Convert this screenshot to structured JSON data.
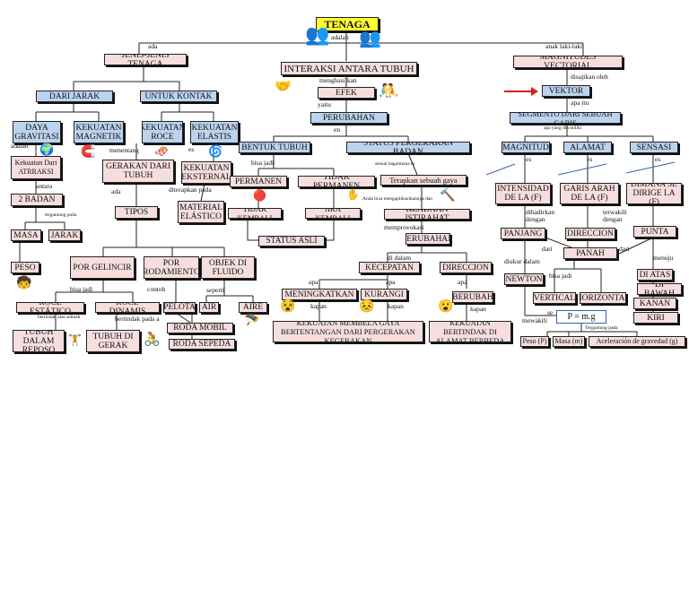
{
  "nodes": {
    "root": "TENAGA",
    "jenis": "JENIS-JENIS TENAGA",
    "interaksi": "INTERAKSI ANTARA TUBUH",
    "magnitudes": "MAGNITUDES VECTORIAL",
    "dari_jarak": "DARI JARAK",
    "untuk_kontak": "UNTUK KONTAK",
    "efek": "EFEK",
    "vektor": "VEKTOR",
    "daya_grav": "DAYA GRAVITASI",
    "kek_magnetik": "KEKUATAN MAGNETIK",
    "kek_roce": "KEKUATAN ROCE",
    "kek_elastis": "KEKUATAN ELASTIS",
    "perubahan1": "PERUBAHAN",
    "segmento": "SEGMENTO DARI SEBUAH GARIS",
    "bentuk_tubuh": "BENTUK TUBUH",
    "status_gerak": "STATUS PERGERAKAN BADAN",
    "magnitud": "MAGNITUD",
    "alamat": "ALAMAT",
    "sensasi": "SENSASI",
    "kek_atraksi": "Kekuatan Dari ATRRAKSI",
    "gerakan_tubuh": "GERAKAN DARI TUBUH",
    "kek_eksternal": "KEKUATAN EKSTERNAL",
    "permanen": "PERMANEN",
    "tidak_permanen": "TIDAK PERMANEN",
    "terapkan": "Terapkan sebuah gaya",
    "intensidad": "INTENSIDAD DE LA (F)",
    "garis_arah": "GARIS ARAH DE LA (F)",
    "dimana": "DIMANA SE DIRIGE LA (F)",
    "dua_badan": "2 BADAN",
    "tipos": "TIPOS",
    "material": "MATERIAL ELÁSTICO",
    "tidak_kembali": "TIDAK KEMBALI",
    "jika_kembali": "JIKA KEMBALI",
    "keadaan": "KEADAAN ISTIRAHAT",
    "panjang": "PANJANG",
    "direccion1": "DIRECCION",
    "punta": "PUNTA",
    "masa": "MASA",
    "jarak": "JARAK",
    "status_asli": "STATUS ASLI",
    "perubahan2": "PERUBAHAN",
    "panah": "PANAH",
    "peso": "PESO",
    "por_gelincir": "POR GELINCIR",
    "por_rodamiento": "POR RODAMIENTO",
    "objek_fluido": "OBJEK DI FLUIDO",
    "kecepatan": "KECEPATAN",
    "direccion2": "DIRECCION",
    "newton": "NEWTON",
    "di_atas": "DI ATAS",
    "di_bawah": "DI BAWAH",
    "meningkatkan": "MENINGKATKAN",
    "kurangi": "KURANGI",
    "berubah": "BERUBAH",
    "vertical": "VERTICAL",
    "horizontal": "HORIZONTAL",
    "kanan": "KANAN",
    "roce_estatico": "ROCE ESTÁTICO",
    "roce_dinamis": "ROCE DINAMIS",
    "pelota": "PELOTA",
    "air": "AIR",
    "aire": "AIRE",
    "formula": "P = m.g",
    "kiri": "KIRI",
    "roda_mobil": "RODA MOBIL",
    "kek_membela": "KEKUATAN MEMBELA GAYA BERTENTANGAN DARI PERGERAKAN KEGERAKAN",
    "kek_bertindak": "KEKUATAN BERTINDAK DI ALAMAT BERBEDA",
    "tubuh_reposo": "TUBUH DALAM REPOSO",
    "tubuh_gerak": "TUBUH DI GERAK",
    "roda_sepeda": "RODA SEPEDA",
    "peso_p": "Peso (P)",
    "masa_m": "Masa (m)",
    "aceleracion": "Aceleración de gravedad (g)"
  },
  "links": {
    "ada1": "ada",
    "adalah1": "adalah",
    "anak": "anak laki-laki",
    "menghasilkan": "menghasilkan",
    "disajikan": "disajikan oleh",
    "yaitu": "yaitu",
    "apa_itu": "apa itu",
    "en": "en",
    "apa_yang": "apa yang dia miliki",
    "adalah2": "adalah",
    "menentang": "menentang",
    "es1": "es",
    "bisa_jadi1": "bisa jadi",
    "sesuai": "sesuai bagaimana ia",
    "es2": "es",
    "es3": "es",
    "es4": "es",
    "antara": "antara",
    "ada2": "ada",
    "diterapkan": "diterapkan pada",
    "anda_bisa": "Anda bisa mengaplikasikannya dan",
    "dihadirkan": "dihadirkan dengan",
    "terwakili": "terwakili dengan",
    "tergantung1": "tergantung pada",
    "memprovokasi": "memprovokasi",
    "dari1": "dari",
    "dari2": "dari",
    "diukur": "diukur dalam",
    "di_dalam": "di dalam",
    "menuju": "menuju",
    "bisa_jadi2": "bisa jadi",
    "contoh": "contoh",
    "seperti": "seperti",
    "apa1": "apa",
    "apa2": "apa",
    "apa3": "apa",
    "bisa_jadi3": "bisa jadi",
    "kapan1": "kapan",
    "kapan2": "kapan",
    "kapan3": "kapan",
    "se": "se",
    "mewakili": "mewakili",
    "tergantung2": "Tergantung pada",
    "bertindak_atas": "bertindak atas sebuah",
    "bertindak_pada": "bertindak pada a"
  },
  "colors": {
    "node_pink": "#f6dede",
    "node_blue": "#bcd3ee",
    "title_yellow": "#ffff33",
    "arrow_red": "#d91c1c"
  },
  "icons": [
    "people-icon",
    "globe-icon",
    "magnet-icon",
    "person-push-icon",
    "spring-icon",
    "ball-icon",
    "hand-icon",
    "hammer-icon",
    "emoji-face-icon",
    "child-icon",
    "cyclist-icon",
    "parachute-icon",
    "vector-arrow-icon",
    "sledge-icon"
  ]
}
